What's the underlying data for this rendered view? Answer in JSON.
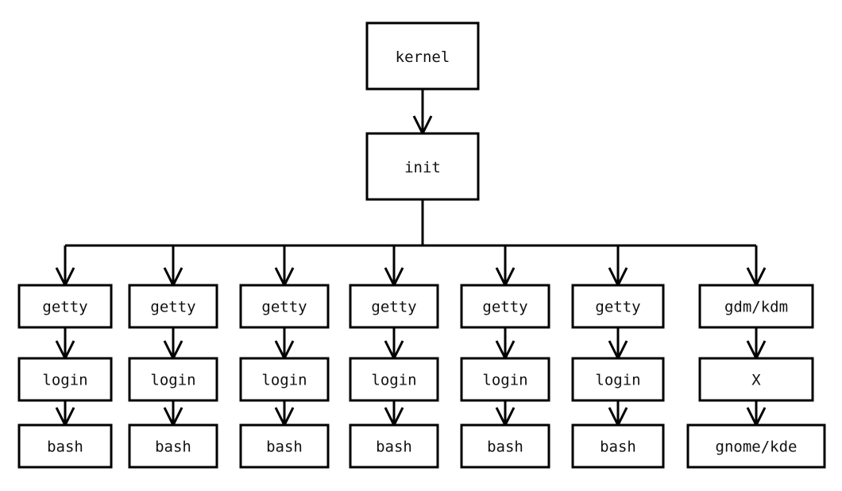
{
  "diagram": {
    "root": "kernel",
    "child": "init",
    "branches": [
      [
        "getty",
        "login",
        "bash"
      ],
      [
        "getty",
        "login",
        "bash"
      ],
      [
        "getty",
        "login",
        "bash"
      ],
      [
        "getty",
        "login",
        "bash"
      ],
      [
        "getty",
        "login",
        "bash"
      ],
      [
        "getty",
        "login",
        "bash"
      ],
      [
        "gdm/kdm",
        "X",
        "gnome/kde"
      ]
    ],
    "colors": {
      "stroke": "#000000",
      "fill": "#ffffff",
      "text": "#111111"
    }
  }
}
